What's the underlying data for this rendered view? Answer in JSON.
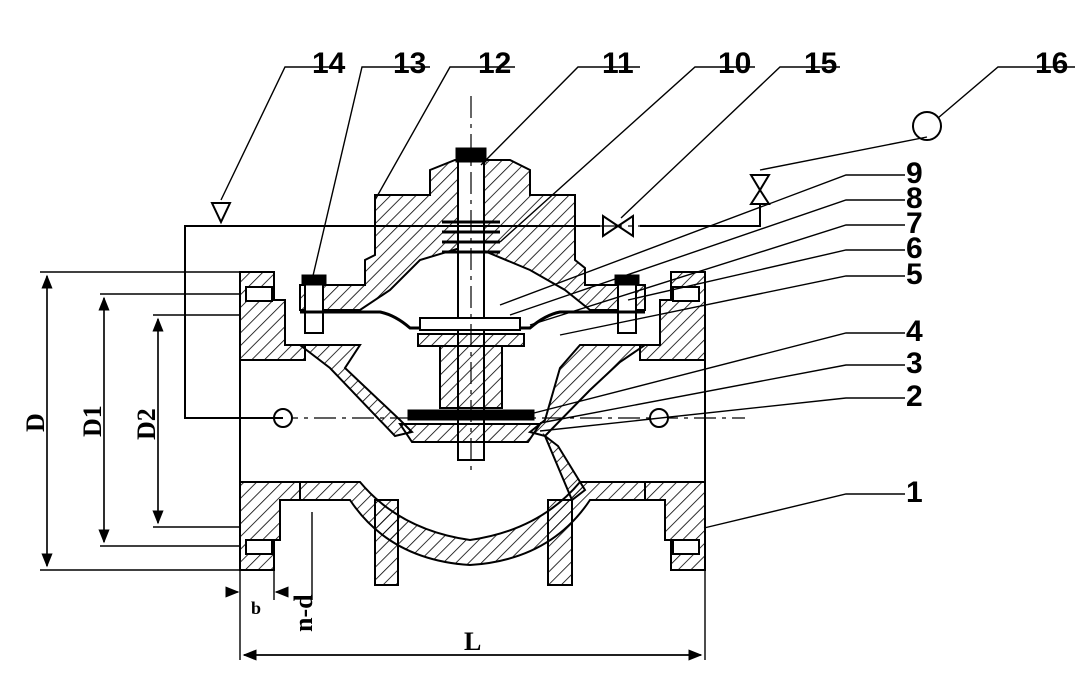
{
  "callouts": {
    "c1": "1",
    "c2": "2",
    "c3": "3",
    "c4": "4",
    "c5": "5",
    "c6": "6",
    "c7": "7",
    "c8": "8",
    "c9": "9",
    "c10": "10",
    "c11": "11",
    "c12": "12",
    "c13": "13",
    "c14": "14",
    "c15": "15",
    "c16": "16"
  },
  "dimensions": {
    "D": "D",
    "D1": "D1",
    "D2": "D2",
    "L": "L",
    "b": "b",
    "nd": "n-d"
  },
  "colors": {
    "line": "#000000",
    "background": "#ffffff"
  }
}
